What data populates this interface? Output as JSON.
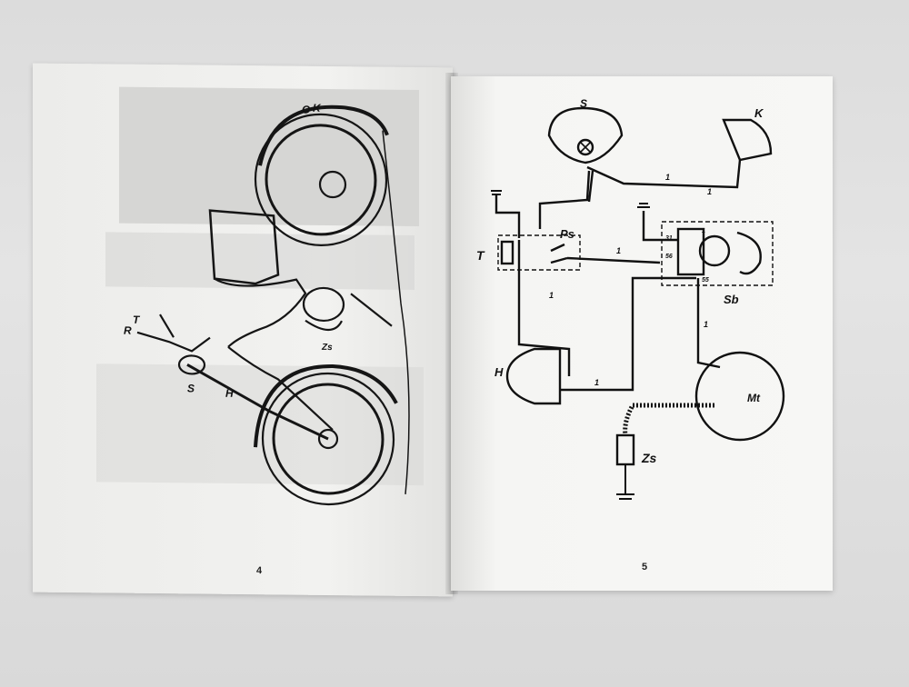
{
  "left_page": {
    "page_number": "4",
    "labels": {
      "K": "K",
      "O": "O",
      "R": "R",
      "T": "T",
      "S": "S",
      "H": "H",
      "Zs": "Zs"
    }
  },
  "right_page": {
    "page_number": "5",
    "labels": {
      "S": "S",
      "K": "K",
      "T": "T",
      "Ps": "Ps",
      "Sb": "Sb",
      "H": "H",
      "Mt": "Mt",
      "Zs": "Zs",
      "w1a": "1",
      "w1b": "1",
      "w1c": "1",
      "w1d": "1",
      "w1e": "1",
      "w1f": "1",
      "t31": "31",
      "t56": "56",
      "t55": "55",
      "t1": "1"
    }
  }
}
